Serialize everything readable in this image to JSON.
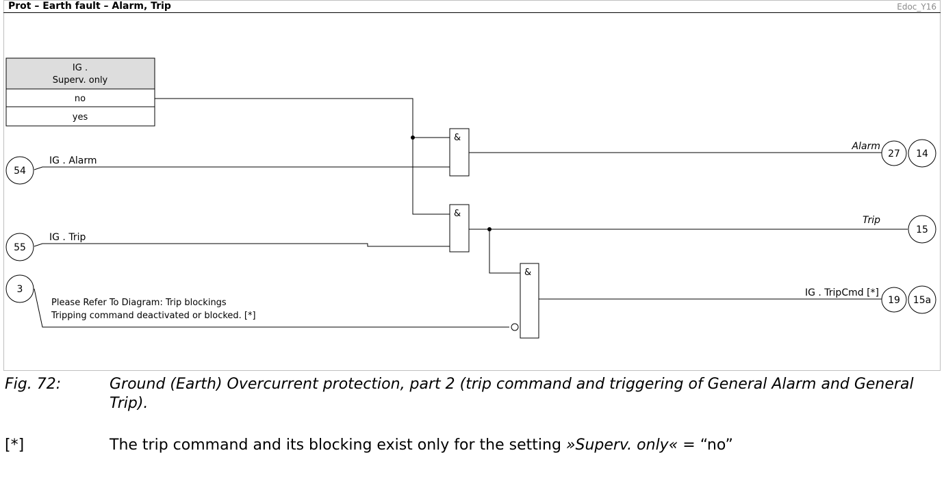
{
  "header": {
    "title": "Prot – Earth fault – Alarm, Trip",
    "doc_id": "Edoc_Y16"
  },
  "setting_table": {
    "header_line1": "IG .",
    "header_line2": "Superv. only",
    "options": [
      "no",
      "yes"
    ]
  },
  "inputs": [
    {
      "number": "54",
      "label": "IG . Alarm"
    },
    {
      "number": "55",
      "label": "IG . Trip"
    },
    {
      "number": "3",
      "label_line1": "Please Refer To Diagram: Trip blockings",
      "label_line2": "Tripping command deactivated or blocked. [*]"
    }
  ],
  "gates": [
    {
      "symbol": "&"
    },
    {
      "symbol": "&"
    },
    {
      "symbol": "&"
    }
  ],
  "outputs": [
    {
      "label": "Alarm",
      "refs": [
        "27",
        "14"
      ]
    },
    {
      "label": "Trip",
      "refs": [
        "15"
      ]
    },
    {
      "label": "IG . TripCmd [*]",
      "refs": [
        "19",
        "15a"
      ]
    }
  ],
  "caption": {
    "fig_label": "Fig. 72:",
    "fig_text": "Ground (Earth) Overcurrent protection, part 2 (trip command and triggering of General Alarm and General Trip)."
  },
  "note": {
    "label": "[*]",
    "text_before": "The trip command and its blocking exist only for the setting ",
    "text_italic": "»Superv. only«",
    "text_after": " = “no”"
  }
}
